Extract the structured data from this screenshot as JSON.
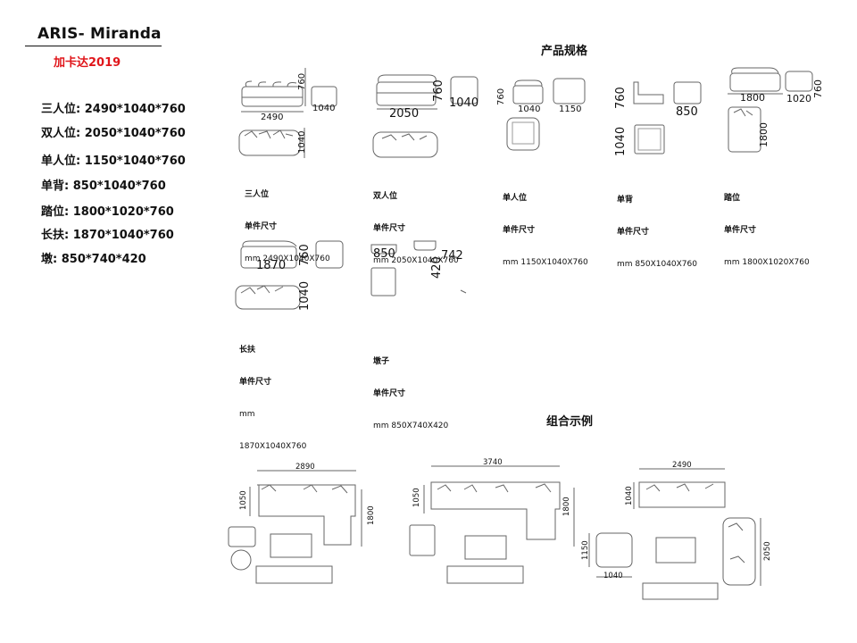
{
  "header": {
    "title": "ARIS- Miranda",
    "subtitle": "加卡达2019"
  },
  "specs": [
    "三人位: 2490*1040*760",
    "双人位: 2050*1040*760",
    "单人位: 1150*1040*760",
    "单背: 850*1040*760",
    "踏位: 1800*1020*760",
    "长扶: 1870*1040*760",
    "墩: 850*740*420"
  ],
  "sections": {
    "product_specs": "产品规格",
    "combination_examples": "组合示例"
  },
  "products": [
    {
      "name": "三人位",
      "unit_label": "单件尺寸",
      "dims": "mm  2490X1040X760",
      "w": "2490",
      "h": "760",
      "side": "1040",
      "depth": "1040"
    },
    {
      "name": "双人位",
      "unit_label": "单件尺寸",
      "dims": "mm  2050X1040X760",
      "w": "2050",
      "h": "760",
      "side": "1040"
    },
    {
      "name": "单人位",
      "unit_label": "单件尺寸",
      "dims": "mm  1150X1040X760",
      "h": "760",
      "side": "1040",
      "w": "1150"
    },
    {
      "name": "单背",
      "unit_label": "单件尺寸",
      "dims": "mm  850X1040X760",
      "h": "760",
      "w": "850",
      "depth": "1040"
    },
    {
      "name": "踏位",
      "unit_label": "单件尺寸",
      "dims": "mm  1800X1020X760",
      "w": "1800",
      "side": "1020",
      "h": "760",
      "depth": "1800"
    },
    {
      "name": "长扶",
      "unit_label": "单件尺寸",
      "mm": "mm",
      "dims": "1870X1040X760",
      "w": "1870",
      "h": "760",
      "depth": "1040"
    },
    {
      "name": "墩子",
      "unit_label": "单件尺寸",
      "dims": "mm  850X740X420",
      "w": "850",
      "h": "420",
      "d": "742"
    }
  ],
  "combos": [
    {
      "width": "2890",
      "depth": "1050",
      "length": "1800"
    },
    {
      "width": "3740",
      "depth": "1050",
      "length": "1800"
    },
    {
      "width": "2490",
      "depth": "1040",
      "chair_depth": "1150",
      "chair_width": "1040",
      "side_length": "2050"
    }
  ],
  "colors": {
    "accent_red": "#e0161b",
    "line": "#555555"
  }
}
